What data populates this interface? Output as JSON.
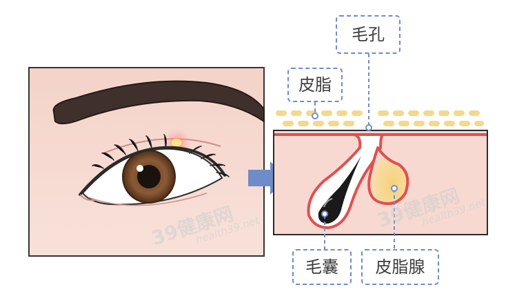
{
  "labels": {
    "pore": "毛孔",
    "sebum": "皮脂",
    "hair_follicle": "毛囊",
    "sebaceous_gland": "皮脂腺"
  },
  "watermark": {
    "logo_text": "39健康网",
    "url_text": "health39.net"
  },
  "colors": {
    "label_border": "#6e8cc8",
    "label_text": "#3d3d3d",
    "skin": "#f7d9d1",
    "skin_edge": "#e0504f",
    "sebum": "#f4d88e",
    "arrow": "#6e8cc8",
    "iris": "#8a5a36",
    "brow": "#3f302c"
  }
}
